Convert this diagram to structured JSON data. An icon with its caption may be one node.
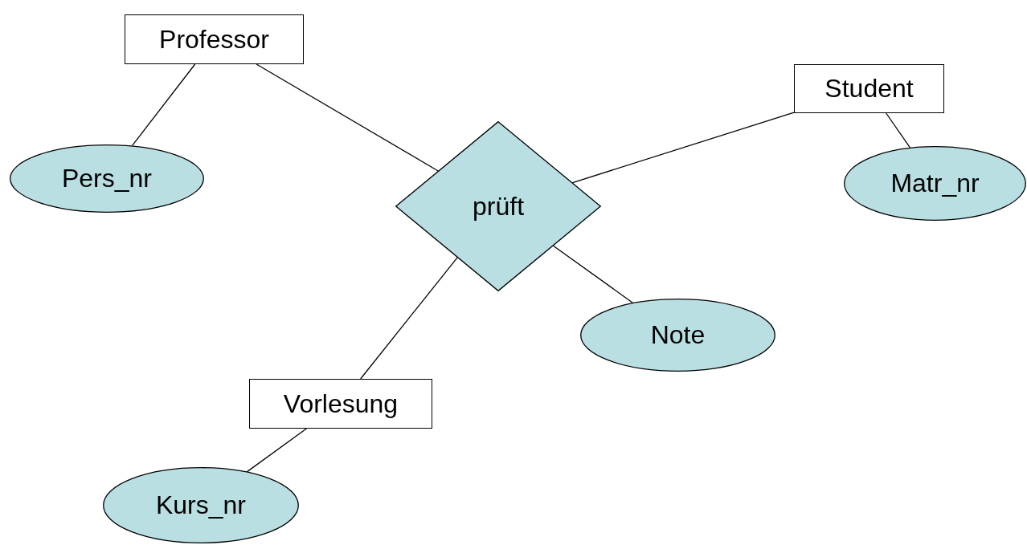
{
  "diagram": {
    "nodes": [
      {
        "text": [
          "Professor"
        ]
      },
      {
        "text": [
          "Student"
        ]
      },
      {
        "text": [
          "Pers_nr"
        ]
      },
      {
        "text": [
          "Matr_nr"
        ]
      },
      {
        "text": [
          "prüft"
        ]
      },
      {
        "text": [
          "Note"
        ]
      },
      {
        "text": [
          "Vorlesung"
        ]
      },
      {
        "text": [
          "Kurs_nr"
        ]
      }
    ],
    "edges": [
      {
        "from": 0,
        "to": 2,
        "arrow": "none"
      },
      {
        "from": 0,
        "to": 4,
        "arrow": "none"
      },
      {
        "from": 1,
        "to": 4,
        "arrow": "none"
      },
      {
        "from": 1,
        "to": 3,
        "arrow": "none"
      },
      {
        "from": 4,
        "to": 5,
        "arrow": "none"
      },
      {
        "from": 4,
        "to": 6,
        "arrow": "none"
      },
      {
        "from": 6,
        "to": 7,
        "arrow": "none"
      }
    ]
  }
}
